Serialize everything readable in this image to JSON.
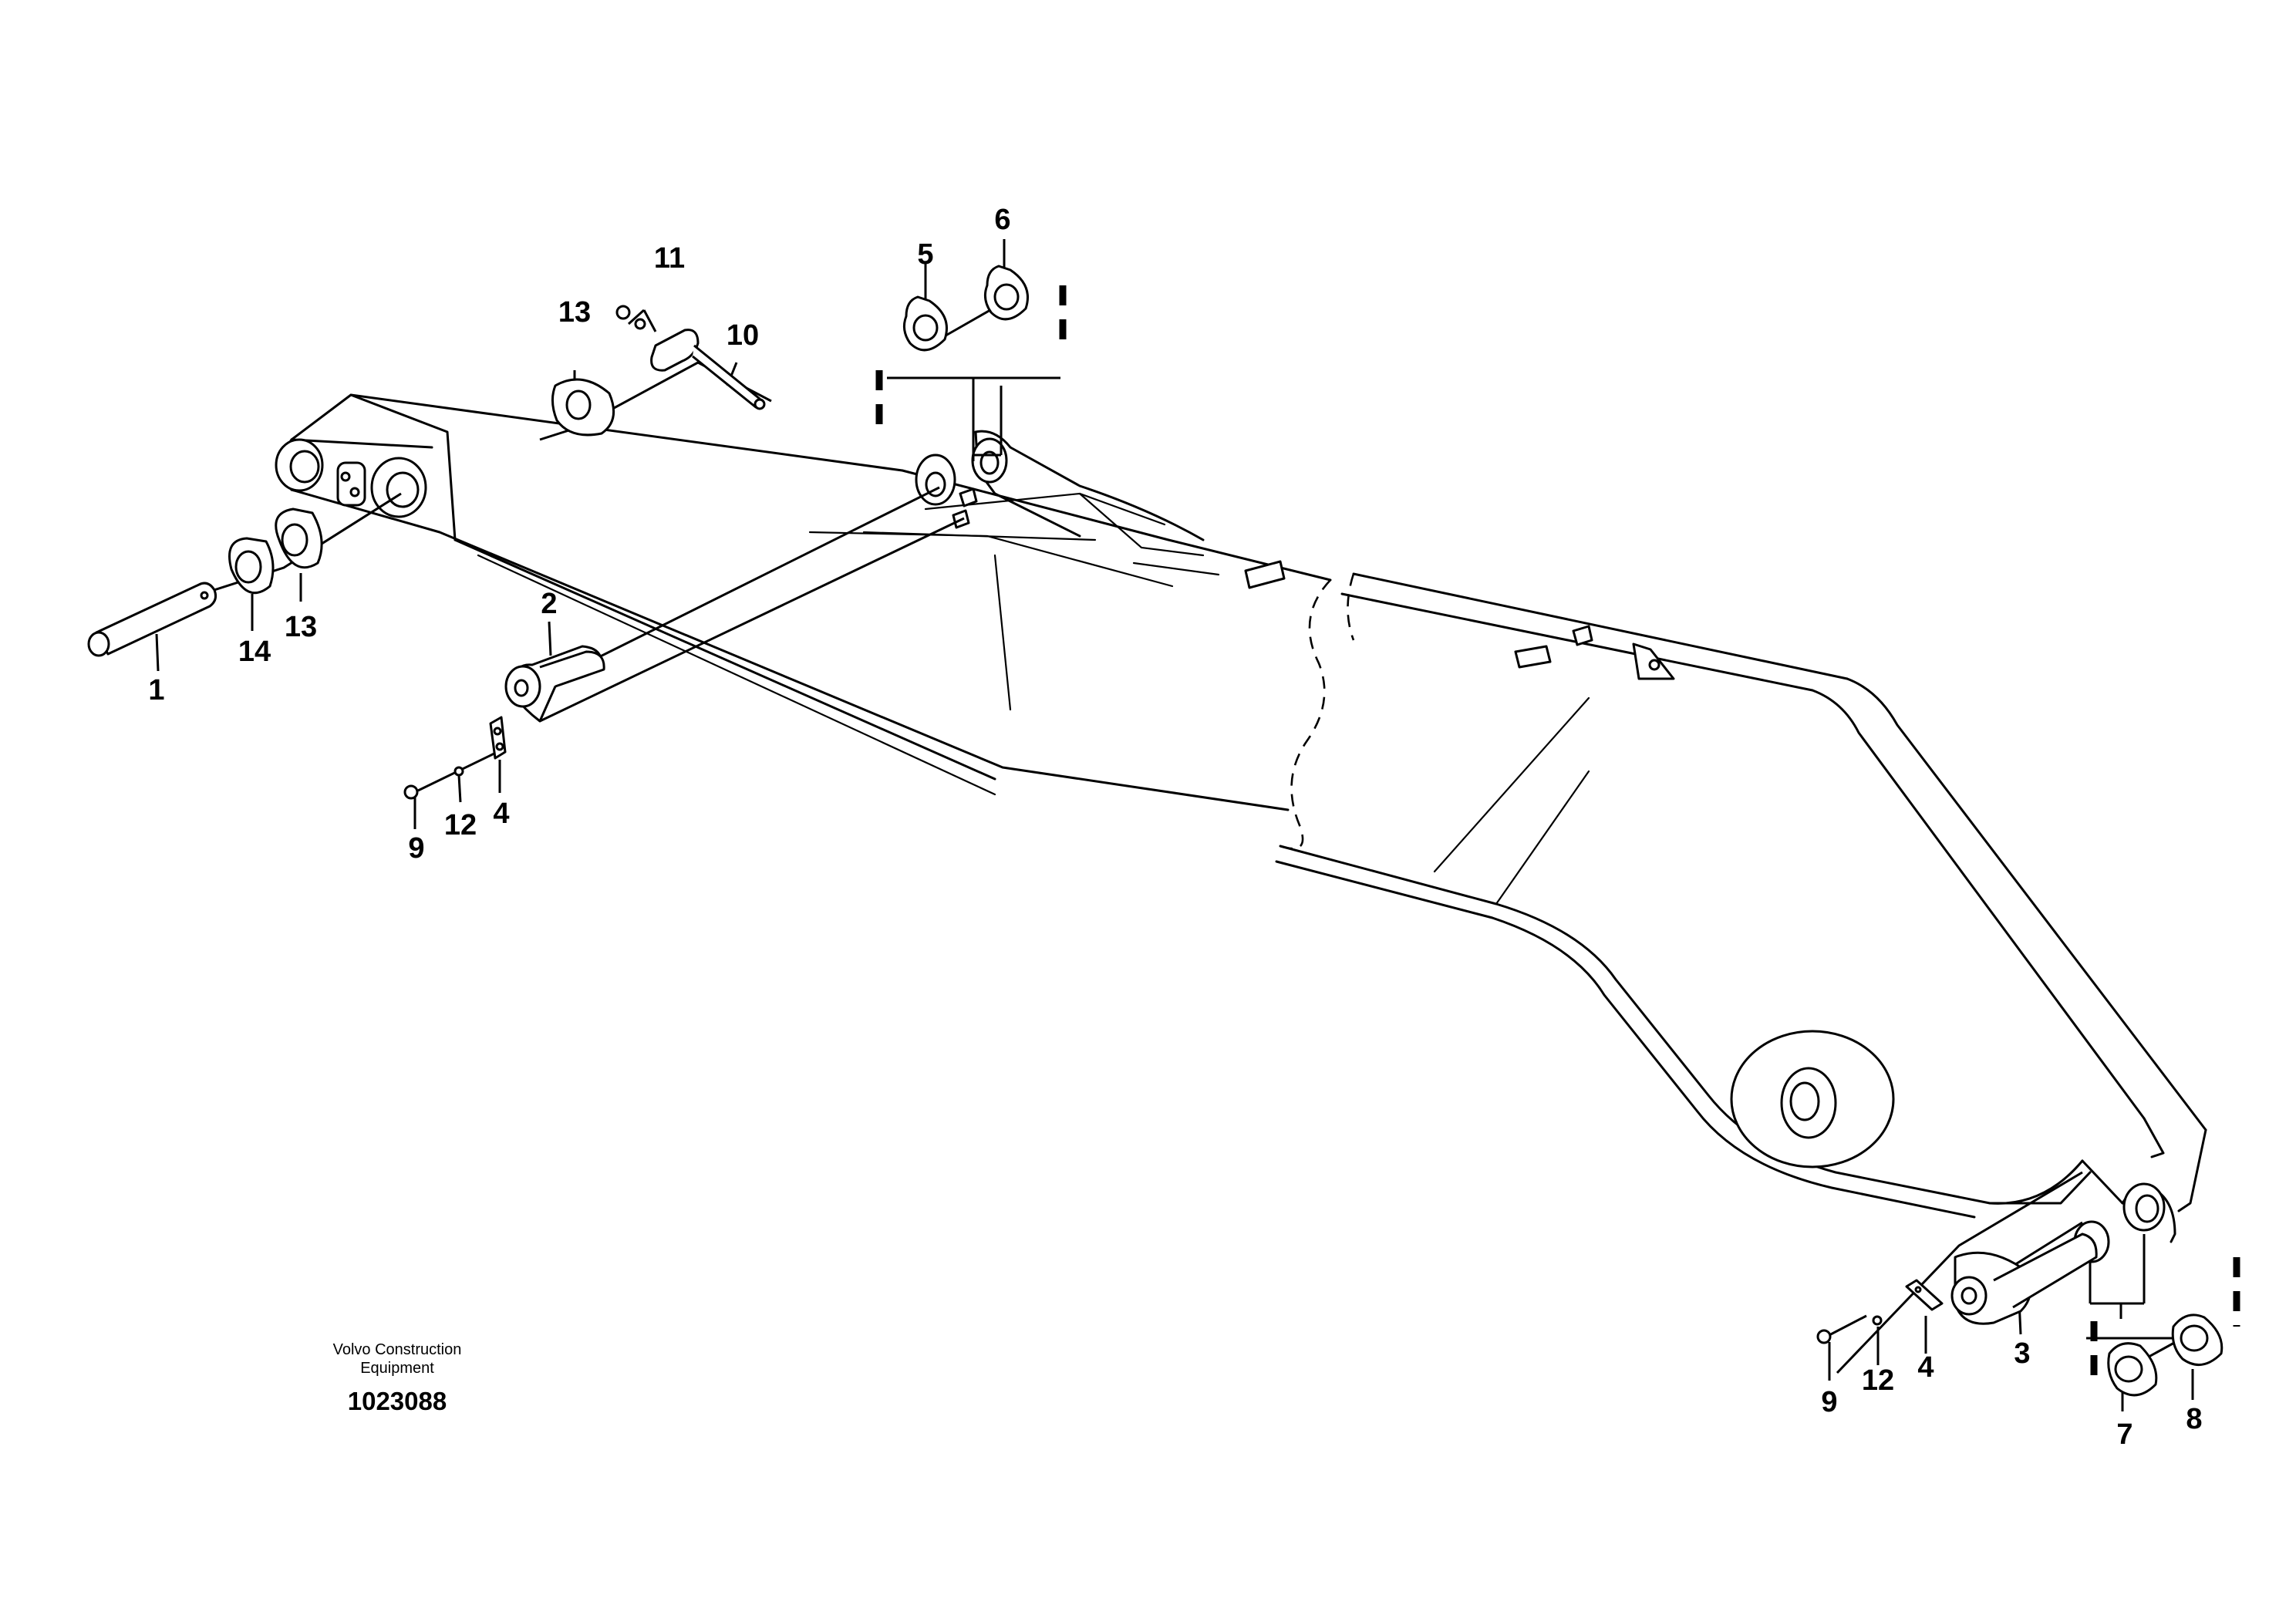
{
  "drawing": {
    "maker_line1": "Volvo Construction",
    "maker_line2": "Equipment",
    "number": "1023088"
  },
  "callouts": {
    "c1": "1",
    "c2": "2",
    "c3": "3",
    "c4a": "4",
    "c4b": "4",
    "c5": "5",
    "c6": "6",
    "c7": "7",
    "c8": "8",
    "c9a": "9",
    "c9b": "9",
    "c10": "10",
    "c11": "11",
    "c12a": "12",
    "c12b": "12",
    "c13a": "13",
    "c13b": "13",
    "c14": "14"
  },
  "icons": {
    "boom": "excavator-arm-outline-icon",
    "pin": "pin-icon",
    "shim": "shim-washer-icon",
    "bolt": "bolt-icon",
    "plate": "lock-plate-icon"
  }
}
